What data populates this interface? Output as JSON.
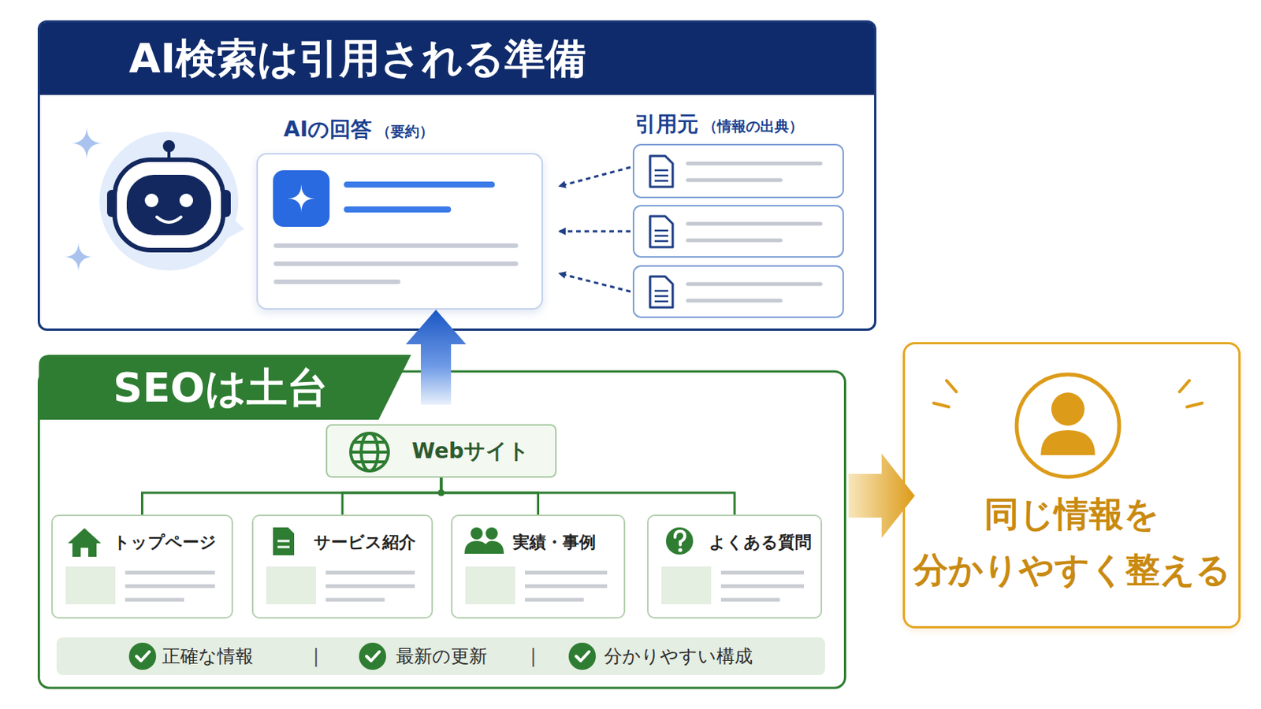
{
  "diagram": {
    "nodes": [
      {
        "text": [
          "AI検索は引用される準備"
        ]
      },
      {
        "text": [
          "AIの回答",
          "（要約）"
        ],
        "in": 0
      },
      {
        "text": [
          "SEOは土台"
        ]
      },
      {
        "text": [
          "Webサイト"
        ],
        "in": 2
      },
      {
        "text": [
          "トップページ"
        ],
        "in": 2
      },
      {
        "text": [
          "サービス紹介"
        ],
        "in": 2
      },
      {
        "text": [
          "実績・事例"
        ],
        "in": 2
      },
      {
        "text": [
          "よくある質問"
        ],
        "in": 2
      },
      {
        "text": [
          "正確な情報",
          "|",
          "最新の更新",
          "|",
          "分かりやすい構成"
        ],
        "in": 2
      },
      {
        "text": [
          "同じ情報を 分かりやすく整える"
        ]
      }
    ],
    "edges": [
      {
        "from": 3,
        "to": 4,
        "arrow": "none"
      },
      {
        "from": 3,
        "to": 5,
        "arrow": "none"
      },
      {
        "from": 3,
        "to": 6,
        "arrow": "none"
      },
      {
        "from": 3,
        "to": 7,
        "arrow": "none"
      },
      {
        "from": 2,
        "to": 0,
        "arrow": "to"
      },
      {
        "from": 2,
        "to": 9,
        "arrow": "to"
      }
    ],
    "labels": [
      "引用元",
      "（情報の出典）"
    ]
  }
}
